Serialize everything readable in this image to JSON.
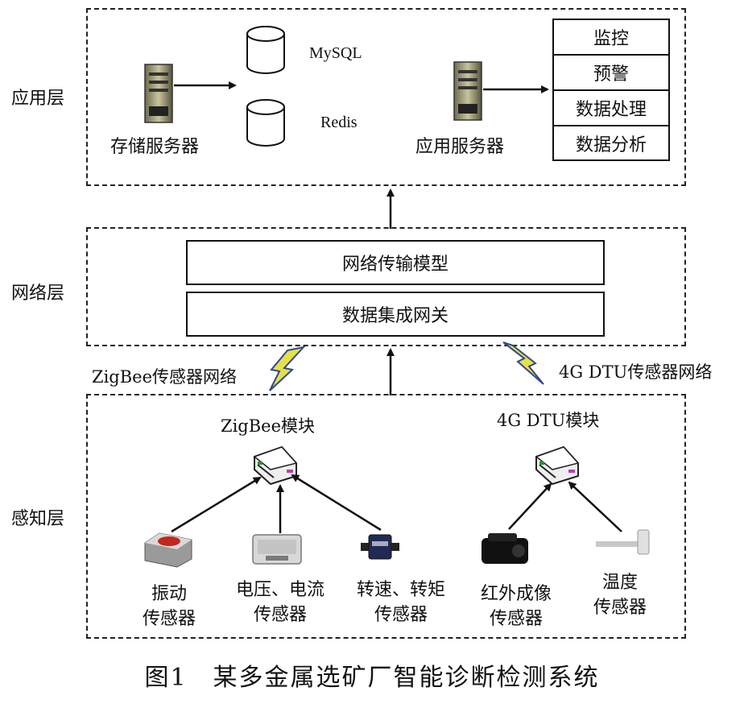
{
  "layers": {
    "application": "应用层",
    "network": "网络层",
    "perception": "感知层"
  },
  "application": {
    "storage_server": "存储服务器",
    "app_server": "应用服务器",
    "db1": "MySQL",
    "db2": "Redis",
    "functions": [
      "监控",
      "预警",
      "数据处理",
      "数据分析"
    ]
  },
  "network": {
    "model": "网络传输模型",
    "gateway": "数据集成网关",
    "zigbee_network": "ZigBee传感器网络",
    "dtu_network": "4G DTU传感器网络"
  },
  "perception": {
    "zigbee_module": "ZigBee模块",
    "dtu_module": "4G DTU模块",
    "sensors": [
      {
        "line1": "振动",
        "line2": "传感器"
      },
      {
        "line1": "电压、电流",
        "line2": "传感器"
      },
      {
        "line1": "转速、转矩",
        "line2": "传感器"
      },
      {
        "line1": "红外成像",
        "line2": "传感器"
      },
      {
        "line1": "温度",
        "line2": "传感器"
      }
    ]
  },
  "caption": "图1　某多金属选矿厂智能诊断检测系统"
}
